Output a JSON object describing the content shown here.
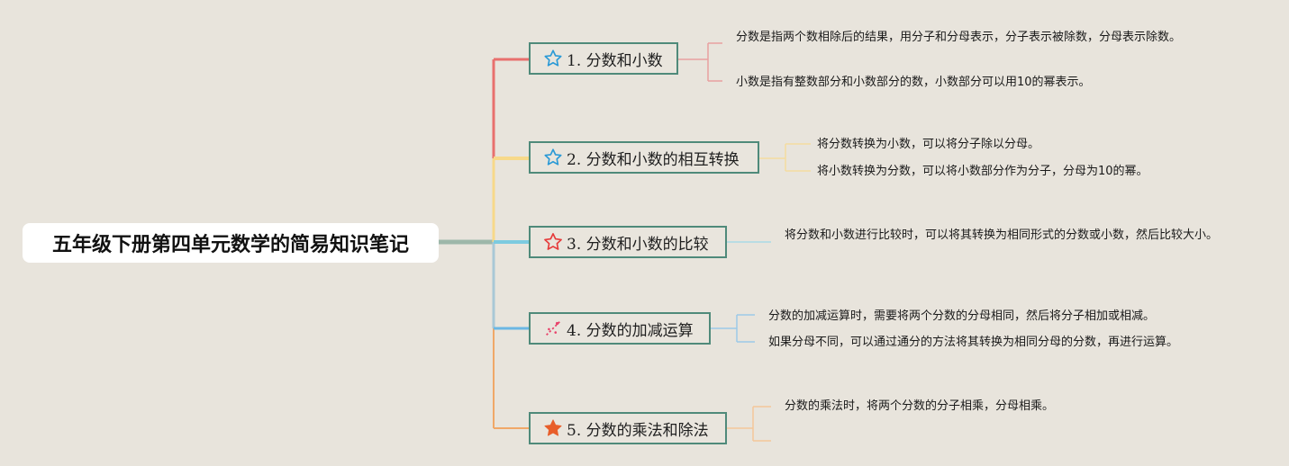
{
  "root": {
    "title": "五年级下册第四单元数学的简易知识笔记"
  },
  "topics": [
    {
      "label": "1. 分数和小数",
      "icon": "star-outline-icon",
      "color": "#e8706e",
      "notes": [
        "分数是指两个数相除后的结果，用分子和分母表示，分子表示被除数，分母表示除数。",
        "小数是指有整数部分和小数部分的数，小数部分可以用10的幂表示。"
      ]
    },
    {
      "label": "2. 分数和小数的相互转换",
      "icon": "star-outline-icon",
      "color": "#f7d98a",
      "notes": [
        "将分数转换为小数，可以将分子除以分母。",
        "将小数转换为分数，可以将小数部分作为分子，分母为10的幂。"
      ]
    },
    {
      "label": "3. 分数和小数的比较",
      "icon": "star-red-outline-icon",
      "color": "#7ccbe0",
      "notes": [
        "将分数和小数进行比较时，可以将其转换为相同形式的分数或小数，然后比较大小。"
      ]
    },
    {
      "label": "4. 分数的加减运算",
      "icon": "sparkle-icon",
      "color": "#6bb7e4",
      "notes": [
        "分数的加减运算时，需要将两个分数的分母相同，然后将分子相加或相减。",
        "如果分母不同，可以通过通分的方法将其转换为相同分母的分数，再进行运算。"
      ]
    },
    {
      "label": "5. 分数的乘法和除法",
      "icon": "star-filled-icon",
      "color": "#f0a868",
      "notes": [
        "分数的乘法时，将两个分数的分子相乘，分母相乘。"
      ]
    }
  ],
  "colors": {
    "background": "#e8e4dc",
    "topic_border": "#4f8a7a",
    "root_connector": "#9db7aa"
  }
}
